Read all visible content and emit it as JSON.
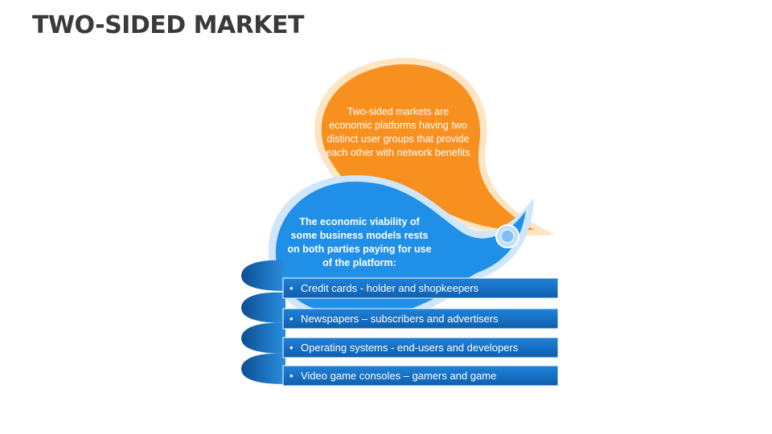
{
  "title": "TWO-SIDED MARKET",
  "orange_bubble": {
    "text": "Two-sided markets are economic platforms having two distinct user groups that provide each other with network benefits",
    "color": "#F7901E"
  },
  "blue_bubble": {
    "text": "The economic viability of some business models rests on both parties paying for use of the platform:",
    "color": "#1F8FE8"
  },
  "bands": {
    "color": "#1A73C9",
    "items": [
      {
        "label": "Credit cards - holder and shopkeepers"
      },
      {
        "label": "Newspapers – subscribers and advertisers"
      },
      {
        "label": "Operating systems - end-users and developers"
      },
      {
        "label": "Video game consoles – gamers and game"
      }
    ]
  }
}
